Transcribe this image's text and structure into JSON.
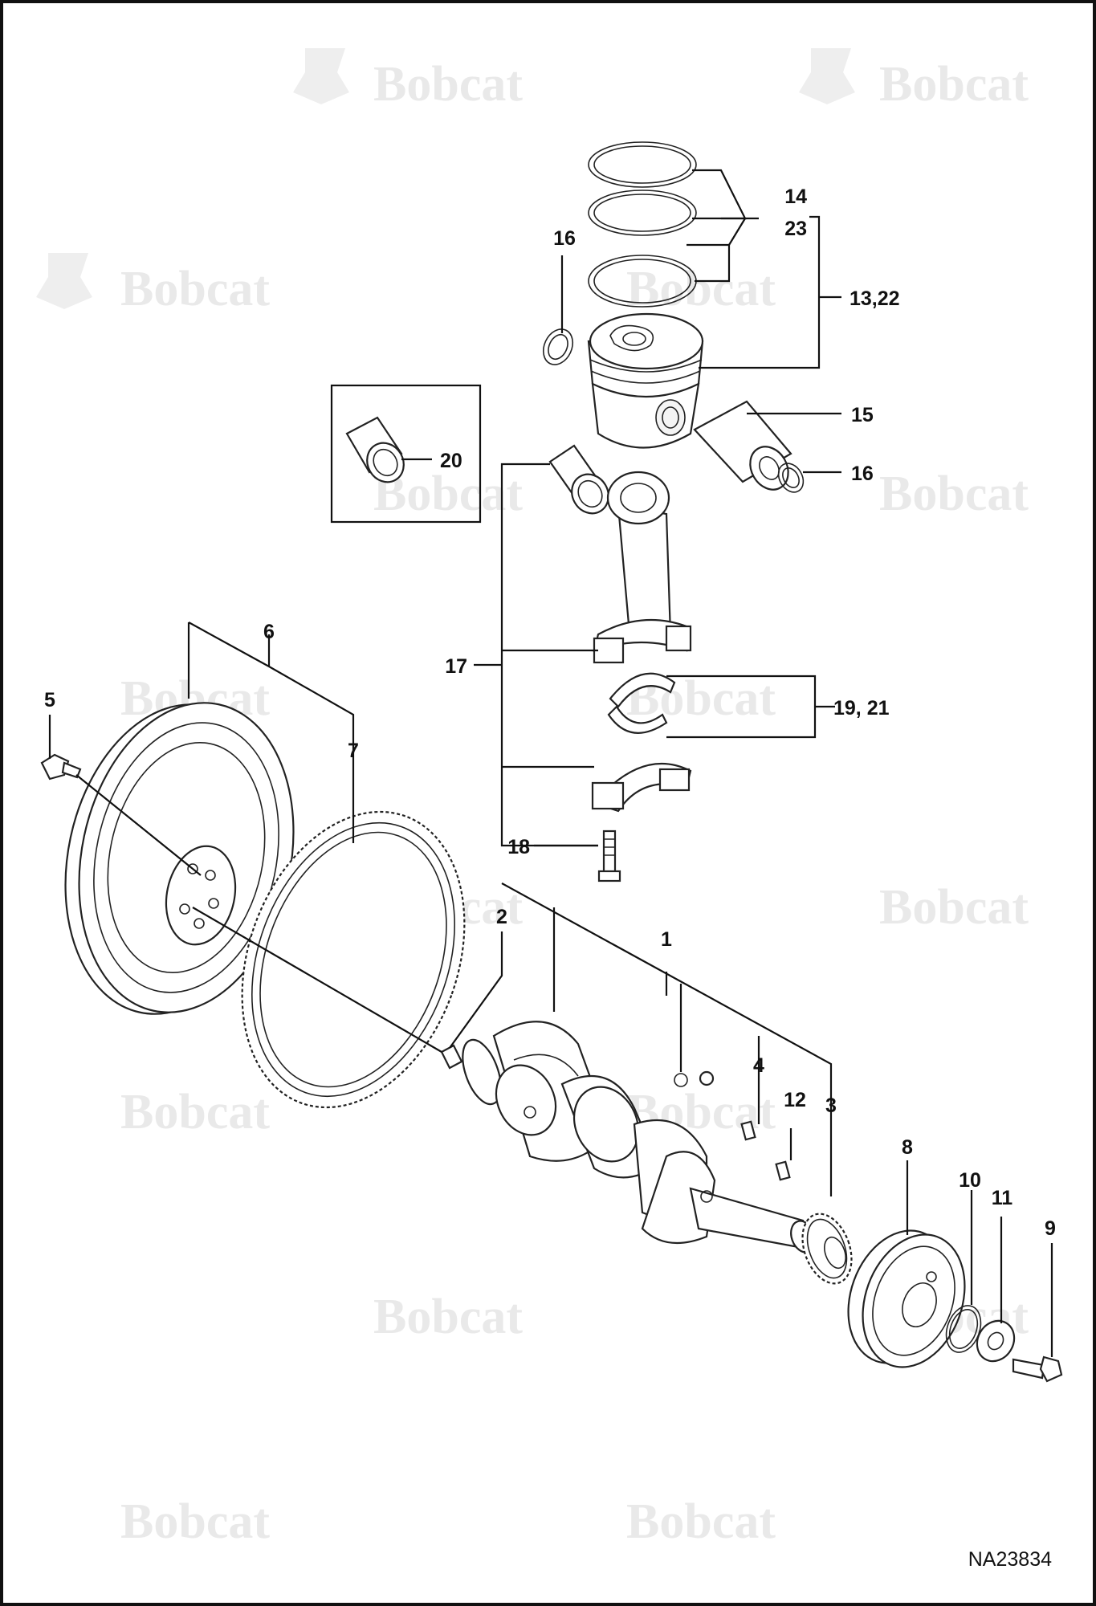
{
  "brand": {
    "watermark_text": "Bobcat",
    "watermark_color": "#e9e9e9"
  },
  "figure": {
    "reference_code": "NA23834"
  },
  "callouts": {
    "c1": "1",
    "c2": "2",
    "c3": "3",
    "c4": "4",
    "c5": "5",
    "c6": "6",
    "c7": "7",
    "c8": "8",
    "c9": "9",
    "c10": "10",
    "c11": "11",
    "c12": "12",
    "c13_22": "13,22",
    "c14": "14",
    "c15": "15",
    "c16a": "16",
    "c16b": "16",
    "c17": "17",
    "c18": "18",
    "c19_21": "19, 21",
    "c20": "20",
    "c23": "23"
  },
  "parts": [
    {
      "id": "crankshaft",
      "callout": "1"
    },
    {
      "id": "dowel-pin",
      "callout": "2"
    },
    {
      "id": "crank-gear",
      "callout": "3"
    },
    {
      "id": "key",
      "callout": "4"
    },
    {
      "id": "flywheel-bolt",
      "callout": "5"
    },
    {
      "id": "flywheel",
      "callout": "6"
    },
    {
      "id": "ring-gear",
      "callout": "7"
    },
    {
      "id": "crank-pulley",
      "callout": "8"
    },
    {
      "id": "pulley-bolt",
      "callout": "9"
    },
    {
      "id": "o-ring",
      "callout": "10"
    },
    {
      "id": "washer",
      "callout": "11"
    },
    {
      "id": "pulley-key",
      "callout": "12"
    },
    {
      "id": "piston-assembly",
      "callout": "13,22"
    },
    {
      "id": "piston-rings",
      "callout": "14 / 23"
    },
    {
      "id": "piston-pin",
      "callout": "15"
    },
    {
      "id": "snap-ring",
      "callout": "16"
    },
    {
      "id": "connecting-rod",
      "callout": "17"
    },
    {
      "id": "rod-bolt",
      "callout": "18"
    },
    {
      "id": "rod-bearing",
      "callout": "19, 21"
    },
    {
      "id": "small-end-bushing",
      "callout": "20"
    }
  ]
}
